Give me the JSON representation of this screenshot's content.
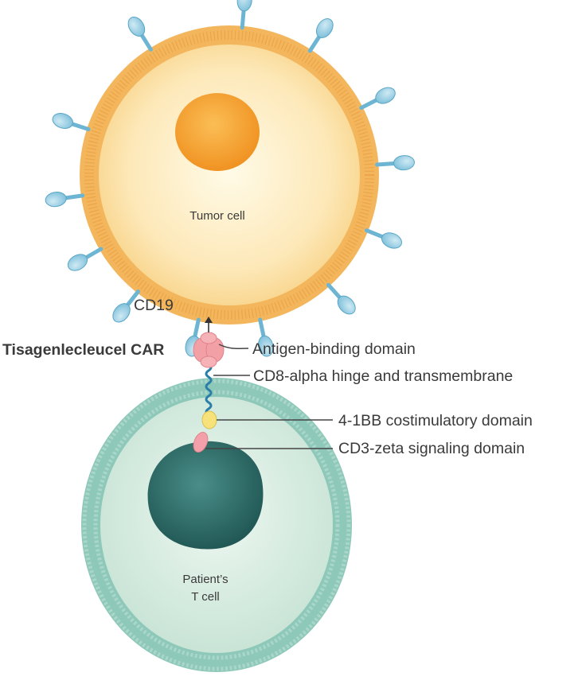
{
  "labels": {
    "tumor_cell": "Tumor cell",
    "cd19": "CD19",
    "car_name": "Tisagenlecleucel CAR",
    "antigen_binding": "Antigen-binding domain",
    "hinge": "CD8-alpha hinge and transmembrane",
    "costim": "4-1BB costimulatory domain",
    "signaling": "CD3-zeta signaling domain",
    "t_cell_line1": "Patient’s",
    "t_cell_line2": "T cell"
  },
  "colors": {
    "tumor_membrane": "#f2b45a",
    "tumor_cytoplasm": "#fde7b5",
    "tumor_nucleus": "#f39a2c",
    "cd19_receptor": "#8fcbe2",
    "t_membrane": "#8ec6b8",
    "t_cytoplasm": "#d6ece2",
    "t_nucleus": "#2e6e6c",
    "car_binding": "#f2a2a8",
    "costim_domain": "#f7e27a",
    "signaling_domain": "#f4a0aa"
  }
}
